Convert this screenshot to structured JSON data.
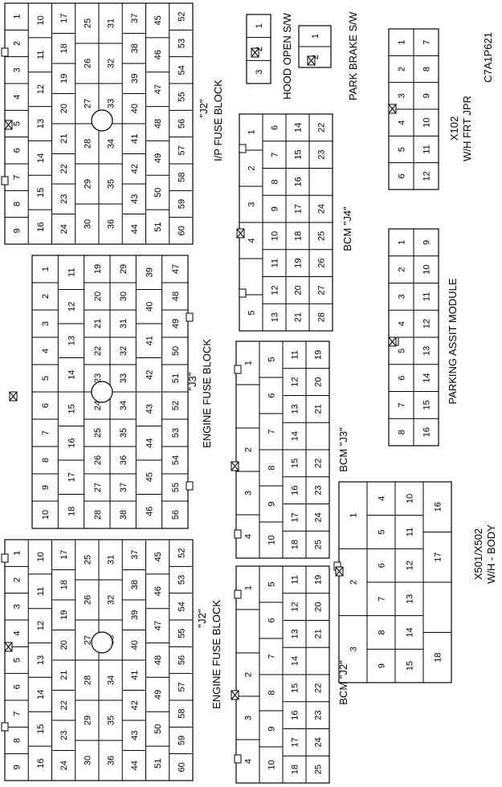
{
  "figure_id": "C7A1P621",
  "labels": {
    "ip_block_code": "\"J2\"",
    "ip_block_name": "I/P FUSE BLOCK",
    "eng_j3_code": "\"J3\"",
    "eng_j3_name": "ENGINE FUSE BLOCK",
    "eng_j2_code": "\"J2\"",
    "eng_j2_name": "ENGINE FUSE BLOCK",
    "hood": "HOOD OPEN S/W",
    "park_brake": "PARK BRAKE S/W",
    "x102_a": "X102",
    "x102_b": "W/H FRT JPR",
    "bcm_j4": "BCM \"J4\"",
    "parking_assist": "PARKING ASSIT MODULE",
    "bcm_j3": "BCM \"J3\"",
    "x501_a": "X501/X502",
    "x501_b": "W/H - BODY",
    "bcm_j2": "BCM \"J2\""
  },
  "grids": {
    "hood": [
      [
        "1",
        "2",
        "3"
      ]
    ],
    "park_brake": [
      [
        "1",
        "2"
      ]
    ],
    "x102": [
      [
        "1",
        "2",
        "3",
        "4",
        "5",
        "6"
      ],
      [
        "7",
        "8",
        "9",
        "10",
        "11",
        "12"
      ]
    ],
    "parking_assist": [
      [
        "1",
        "2",
        "3",
        "4",
        "5",
        "6",
        "7",
        "8"
      ],
      [
        "9",
        "10",
        "11",
        "12",
        "13",
        "14",
        "15",
        "16"
      ]
    ],
    "bcm_j4": [
      [
        "1",
        "2",
        "3",
        "4",
        "",
        "5"
      ],
      [
        "6",
        "7",
        "8",
        "9",
        "10",
        "11",
        "12",
        "13"
      ],
      [
        "14",
        "15",
        "16",
        "17",
        "18",
        "19",
        "20",
        "21"
      ],
      [
        "22",
        "23",
        "",
        "24",
        "25",
        "26",
        "27",
        "28"
      ]
    ],
    "bcm_j3": [
      [
        "1",
        "",
        "2",
        "3",
        "4"
      ],
      [
        "5",
        "6",
        "7",
        "8",
        "9",
        "10"
      ],
      [
        "11",
        "12",
        "13",
        "14",
        "15",
        "16",
        "17",
        "18"
      ],
      [
        "19",
        "20",
        "21",
        "",
        "22",
        "23",
        "24",
        "25"
      ]
    ],
    "bcm_j2": [
      [
        "1",
        "",
        "2",
        "3",
        "4"
      ],
      [
        "5",
        "6",
        "7",
        "8",
        "9",
        "10"
      ],
      [
        "11",
        "12",
        "13",
        "14",
        "15",
        "16",
        "17",
        "18"
      ],
      [
        "19",
        "20",
        "21",
        "",
        "22",
        "23",
        "24",
        "25"
      ]
    ],
    "x501": [
      [
        "1",
        "2",
        "3"
      ],
      [
        "4",
        "5",
        "6",
        "7",
        "8",
        "9"
      ],
      [
        "10",
        "11",
        "12",
        "13",
        "14",
        "15"
      ],
      [
        "16",
        "17",
        "",
        "18"
      ]
    ],
    "fuse_j2_ip": [
      [
        "1",
        "2",
        "3",
        "4",
        "5",
        "6",
        "7",
        "8",
        "9"
      ],
      [
        "10",
        "11",
        "12",
        "13",
        "14",
        "15",
        "16"
      ],
      [
        "17",
        "18",
        "19",
        "20",
        "21",
        "22",
        "23",
        "24"
      ],
      [
        "25",
        "26",
        "27",
        "28",
        "29",
        "30"
      ],
      [
        "31",
        "32",
        "33",
        "34",
        "35",
        "36"
      ],
      [
        "37",
        "38",
        "39",
        "40",
        "41",
        "42",
        "43",
        "44"
      ],
      [
        "45",
        "46",
        "47",
        "48",
        "49",
        "50",
        "51"
      ],
      [
        "52",
        "53",
        "54",
        "55",
        "56",
        "57",
        "58",
        "59",
        "60"
      ]
    ],
    "fuse_j3": [
      [
        "1",
        "2",
        "3",
        "4",
        "5",
        "6",
        "7",
        "8",
        "9",
        "10"
      ],
      [
        "11",
        "12",
        "13",
        "14",
        "15",
        "16",
        "17",
        "18"
      ],
      [
        "19",
        "20",
        "21",
        "22",
        "23",
        "24",
        "25",
        "26",
        "27",
        "28"
      ],
      [
        "29",
        "30",
        "31",
        "32",
        "33",
        "34",
        "35",
        "36",
        "37",
        "38"
      ],
      [
        "39",
        "40",
        "41",
        "42",
        "43",
        "44",
        "45",
        "46"
      ],
      [
        "47",
        "48",
        "49",
        "50",
        "51",
        "52",
        "53",
        "54",
        "55",
        "56"
      ]
    ],
    "fuse_j2_eng": [
      [
        "1",
        "2",
        "3",
        "4",
        "5",
        "6",
        "7",
        "8",
        "9"
      ],
      [
        "10",
        "11",
        "12",
        "13",
        "14",
        "15",
        "16"
      ],
      [
        "17",
        "18",
        "19",
        "20",
        "21",
        "22",
        "23",
        "24"
      ],
      [
        "25",
        "26",
        "27",
        "28",
        "29",
        "30"
      ],
      [
        "31",
        "32",
        "33",
        "34",
        "35",
        "36"
      ],
      [
        "37",
        "38",
        "39",
        "40",
        "41",
        "42",
        "43",
        "44"
      ],
      [
        "45",
        "46",
        "47",
        "48",
        "49",
        "50",
        "51"
      ],
      [
        "52",
        "53",
        "54",
        "55",
        "56",
        "57",
        "58",
        "59",
        "60"
      ]
    ]
  }
}
